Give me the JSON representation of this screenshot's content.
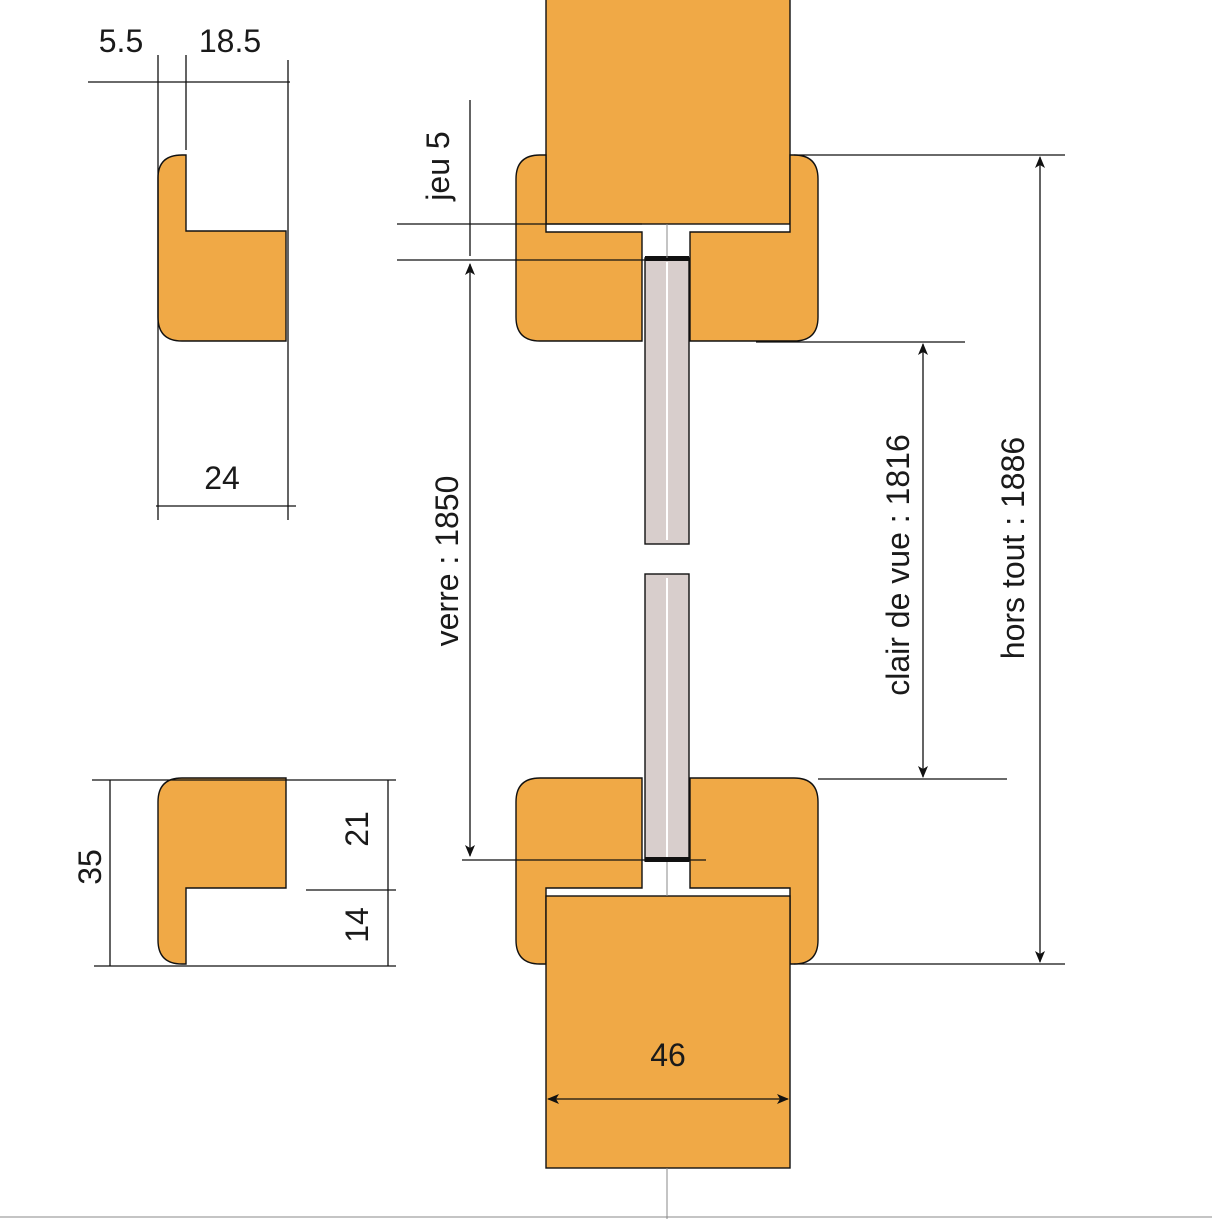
{
  "colors": {
    "wood": "#F0A946",
    "glass": "#D8CECC",
    "line": "#111111",
    "background": "#FFFFFF"
  },
  "labels": {
    "top_profile_width_left": "5.5",
    "top_profile_width_right": "18.5",
    "top_profile_total_width": "24",
    "bottom_profile_height": "35",
    "bottom_profile_upper": "21",
    "bottom_profile_lower": "14",
    "play": "jeu 5",
    "glass": "verre : 1850",
    "clear_view": "clair de vue : 1816",
    "overall": "hors tout : 1886",
    "post_width": "46"
  }
}
